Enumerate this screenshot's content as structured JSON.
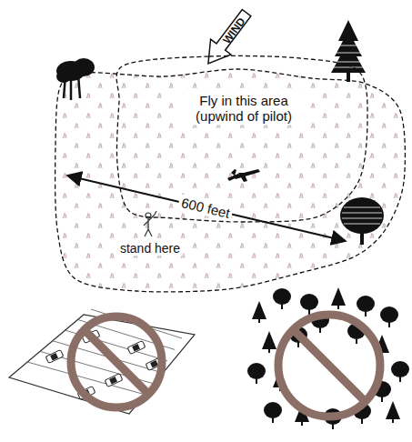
{
  "diagram": {
    "nodes": [
      {
        "text": [
          "WIND"
        ]
      },
      {
        "text": [
          "stand here"
        ]
      },
      {
        "text": [
          "Fly in this area (upwind of pilot)"
        ],
        "in": 1
      }
    ],
    "labels": [
      "600 feet"
    ]
  }
}
